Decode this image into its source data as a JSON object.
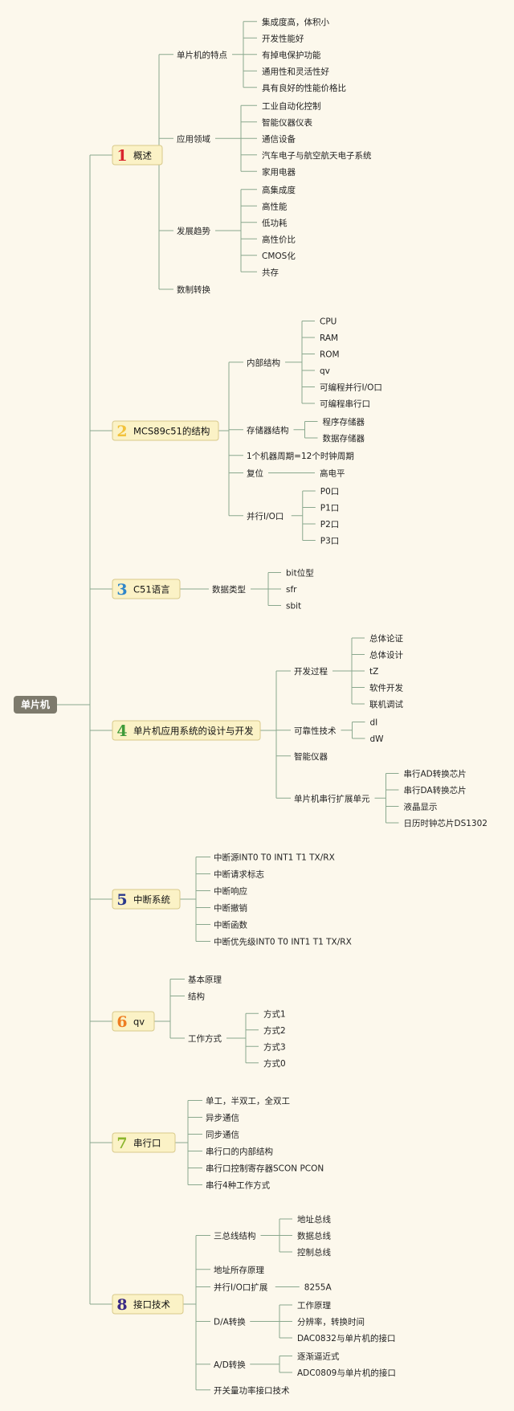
{
  "root": {
    "label": "单片机"
  },
  "branches": [
    {
      "num": "1",
      "label": "概述",
      "num_color": "#d9262e",
      "children": [
        {
          "label": "单片机的特点",
          "children": [
            {
              "label": "集成度高，体积小"
            },
            {
              "label": "开发性能好"
            },
            {
              "label": "有掉电保护功能"
            },
            {
              "label": "通用性和灵活性好"
            },
            {
              "label": "具有良好的性能价格比"
            }
          ]
        },
        {
          "label": "应用领域",
          "children": [
            {
              "label": "工业自动化控制"
            },
            {
              "label": "智能仪器仪表"
            },
            {
              "label": "通信设备"
            },
            {
              "label": "汽车电子与航空航天电子系统"
            },
            {
              "label": "家用电器"
            }
          ]
        },
        {
          "label": "发展趋势",
          "children": [
            {
              "label": "高集成度"
            },
            {
              "label": "高性能"
            },
            {
              "label": "低功耗"
            },
            {
              "label": "高性价比"
            },
            {
              "label": "CMOS化"
            },
            {
              "label": "共存"
            }
          ]
        },
        {
          "label": "数制转换"
        }
      ]
    },
    {
      "num": "2",
      "label": "MCS89c51的结构",
      "num_color": "#f2c23a",
      "children": [
        {
          "label": "内部结构",
          "children": [
            {
              "label": "CPU"
            },
            {
              "label": "RAM"
            },
            {
              "label": "ROM"
            },
            {
              "label": "qv"
            },
            {
              "label": "可编程并行I/O口"
            },
            {
              "label": "可编程串行口"
            }
          ]
        },
        {
          "label": "存储器结构",
          "children": [
            {
              "label": "程序存储器"
            },
            {
              "label": "数据存储器"
            }
          ]
        },
        {
          "label": "1个机器周期=12个时钟周期"
        },
        {
          "label": "复位",
          "children": [
            {
              "label": "高电平"
            }
          ]
        },
        {
          "label": "并行I/O口",
          "children": [
            {
              "label": "P0口"
            },
            {
              "label": "P1口"
            },
            {
              "label": "P2口"
            },
            {
              "label": "P3口"
            }
          ]
        }
      ]
    },
    {
      "num": "3",
      "label": "C51语言",
      "num_color": "#2f86c9",
      "children": [
        {
          "label": "数据类型",
          "children": [
            {
              "label": "bit位型"
            },
            {
              "label": "sfr"
            },
            {
              "label": "sbit"
            }
          ]
        }
      ]
    },
    {
      "num": "4",
      "label": "单片机应用系统的设计与开发",
      "num_color": "#3f9b3a",
      "children": [
        {
          "label": "开发过程",
          "children": [
            {
              "label": "总体论证"
            },
            {
              "label": "总体设计"
            },
            {
              "label": "tZ"
            },
            {
              "label": "软件开发"
            },
            {
              "label": "联机调试"
            }
          ]
        },
        {
          "label": "可靠性技术",
          "children": [
            {
              "label": "dI"
            },
            {
              "label": "dW"
            }
          ]
        },
        {
          "label": "智能仪器"
        },
        {
          "label": "单片机串行扩展单元",
          "children": [
            {
              "label": "串行AD转换芯片"
            },
            {
              "label": "串行DA转换芯片"
            },
            {
              "label": "液晶显示"
            },
            {
              "label": "日历时钟芯片DS1302"
            }
          ]
        }
      ]
    },
    {
      "num": "5",
      "label": "中断系统",
      "num_color": "#2b3a8c",
      "children": [
        {
          "label": "中断源INT0 T0 INT1 T1 TX/RX"
        },
        {
          "label": "中断请求标志"
        },
        {
          "label": "中断响应"
        },
        {
          "label": "中断撤销"
        },
        {
          "label": "中断函数"
        },
        {
          "label": "中断优先级INT0 T0 INT1 T1 TX/RX"
        }
      ]
    },
    {
      "num": "6",
      "label": "qv",
      "num_color": "#ee7d22",
      "children": [
        {
          "label": "基本原理"
        },
        {
          "label": "结构"
        },
        {
          "label": "工作方式",
          "children": [
            {
              "label": "方式1"
            },
            {
              "label": "方式2"
            },
            {
              "label": "方式3"
            },
            {
              "label": "方式0"
            }
          ]
        }
      ]
    },
    {
      "num": "7",
      "label": "串行口",
      "num_color": "#8bb52d",
      "children": [
        {
          "label": "单工，半双工，全双工"
        },
        {
          "label": "异步通信"
        },
        {
          "label": "同步通信"
        },
        {
          "label": "串行口的内部结构"
        },
        {
          "label": "串行口控制寄存器SCON PCON"
        },
        {
          "label": "串行4种工作方式"
        }
      ]
    },
    {
      "num": "8",
      "label": "接口技术",
      "num_color": "#3b2a85",
      "children": [
        {
          "label": "三总线结构",
          "children": [
            {
              "label": "地址总线"
            },
            {
              "label": "数据总线"
            },
            {
              "label": "控制总线"
            }
          ]
        },
        {
          "label": "地址所存原理"
        },
        {
          "label": "并行I/O口扩展",
          "children": [
            {
              "label": "8255A"
            }
          ]
        },
        {
          "label": "D/A转换",
          "children": [
            {
              "label": "工作原理"
            },
            {
              "label": "分辨率，转换时间"
            },
            {
              "label": "DAC0832与单片机的接口"
            }
          ]
        },
        {
          "label": "A/D转换",
          "children": [
            {
              "label": "逐渐逼近式"
            },
            {
              "label": "ADC0809与单片机的接口"
            }
          ]
        },
        {
          "label": "开关量功率接口技术"
        }
      ]
    }
  ]
}
